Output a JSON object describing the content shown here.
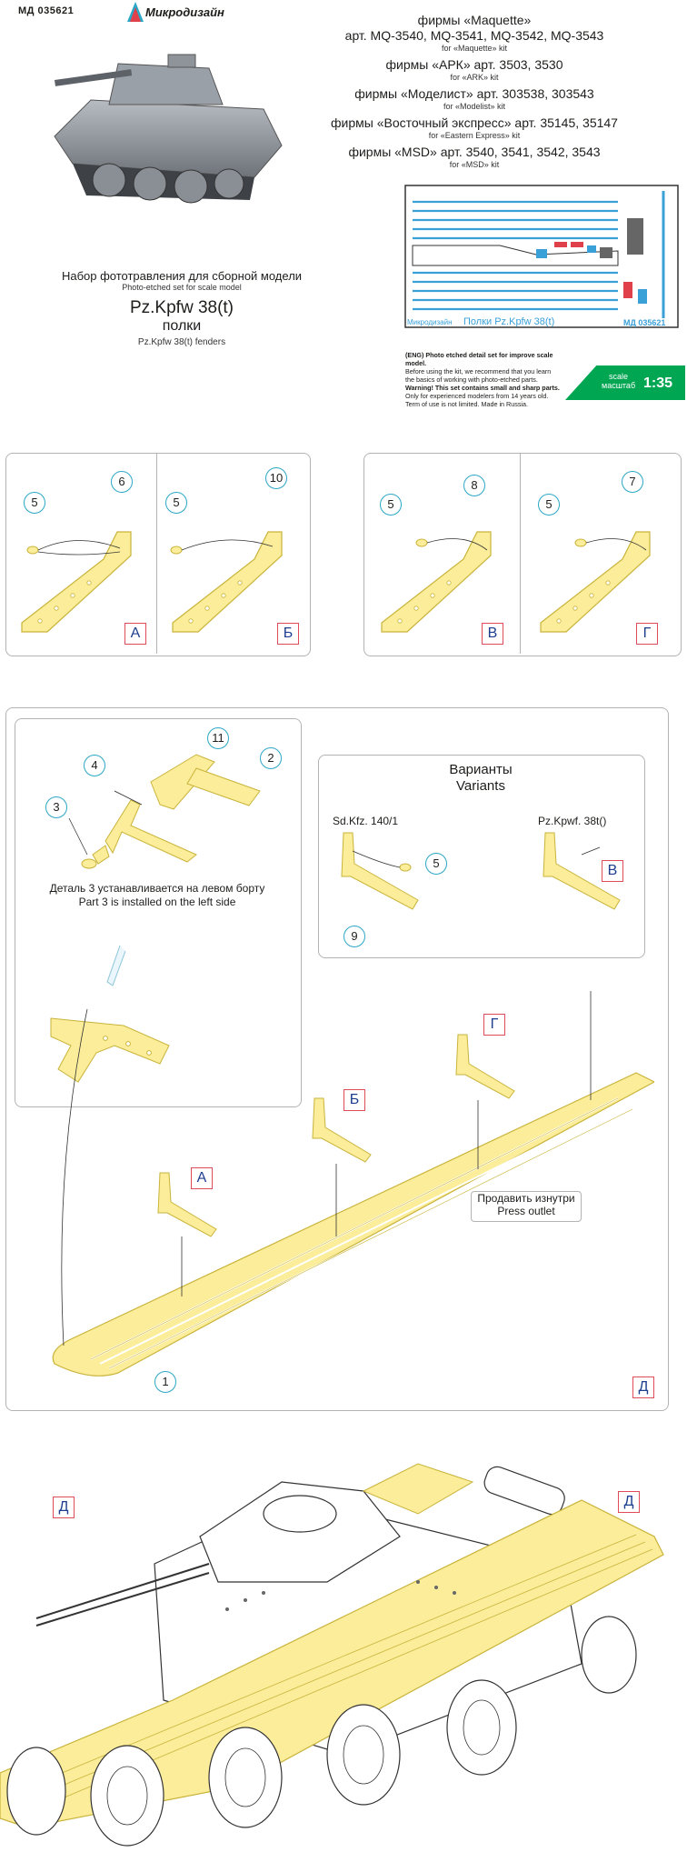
{
  "header": {
    "code": "МД 035621",
    "brand": "Микродизайн",
    "firms": [
      {
        "ru": "фирмы «Maquette»",
        "en": ""
      },
      {
        "ru": "арт. MQ-3540, MQ-3541, MQ-3542, MQ-3543",
        "en": "for «Maquette» kit"
      },
      {
        "ru": "фирмы «АРК» арт. 3503, 3530",
        "en": "for «ARK» kit"
      },
      {
        "ru": "фирмы «Моделист» арт. 303538, 303543",
        "en": "for «Modelist» kit"
      },
      {
        "ru": "фирмы «Восточный экспресс» арт. 35145, 35147",
        "en": "for «Eastern Express» kit"
      },
      {
        "ru": "фирмы «MSD» арт. 3540, 3541, 3542, 3543",
        "en": "for «MSD» kit"
      }
    ],
    "set_title_ru": "Набор фототравления для сборной модели",
    "set_title_en": "Photo-etched set for scale model",
    "product_name": "Pz.Kpfw 38(t)",
    "product_ru": "полки",
    "product_en": "Pz.Kpfw 38(t) fenders",
    "fret_label": "Полки Pz.Kpfw 38(t)",
    "fret_code": "МД 035621",
    "fret_brand": "Микродизайн",
    "notice": [
      "(ENG) Photo etched detail set for improve scale model.",
      "Before using the kit, we recommend that you learn",
      "the basics of working with photo-etched parts.",
      "Warning! This set contains small and sharp parts.",
      "Only for experienced modelers from 14 years old.",
      "Term of use is not limited. Made in Russia."
    ],
    "scale_label_en": "scale",
    "scale_label_ru": "масштаб",
    "scale_value": "1:35"
  },
  "brackets": [
    {
      "letter": "А",
      "small_part": "5",
      "main_part": "6"
    },
    {
      "letter": "Б",
      "small_part": "5",
      "main_part": "10"
    },
    {
      "letter": "В",
      "small_part": "5",
      "main_part": "8"
    },
    {
      "letter": "Г",
      "small_part": "5",
      "main_part": "7"
    }
  ],
  "assembly": {
    "parts": [
      "11",
      "4",
      "2",
      "3"
    ],
    "note_ru": "Деталь 3 устанавливается на левом борту",
    "note_en": "Part 3 is installed on the left side",
    "variants_ru": "Варианты",
    "variants_en": "Variants",
    "variant_left": "Sd.Kfz. 140/1",
    "variant_right": "Pz.Kpwf. 38t()",
    "variant_left_parts": [
      "5",
      "9"
    ],
    "variant_right_letter": "В",
    "fender_part": "1",
    "bracket_letters": [
      "А",
      "Б",
      "Г"
    ],
    "press_ru": "Продавить изнутри",
    "press_en": "Press outlet",
    "panel_letter": "Д"
  },
  "final": {
    "labels": [
      "Д",
      "Д"
    ]
  },
  "colors": {
    "pe_yellow": "#fbed9a",
    "pe_outline": "#c9b33a",
    "accent_green": "#00a651",
    "callout_circle": "#2aa7c6",
    "callout_box": "#e04b5a",
    "fret_blue": "#3aa0d8",
    "fret_red": "#e0404a"
  }
}
